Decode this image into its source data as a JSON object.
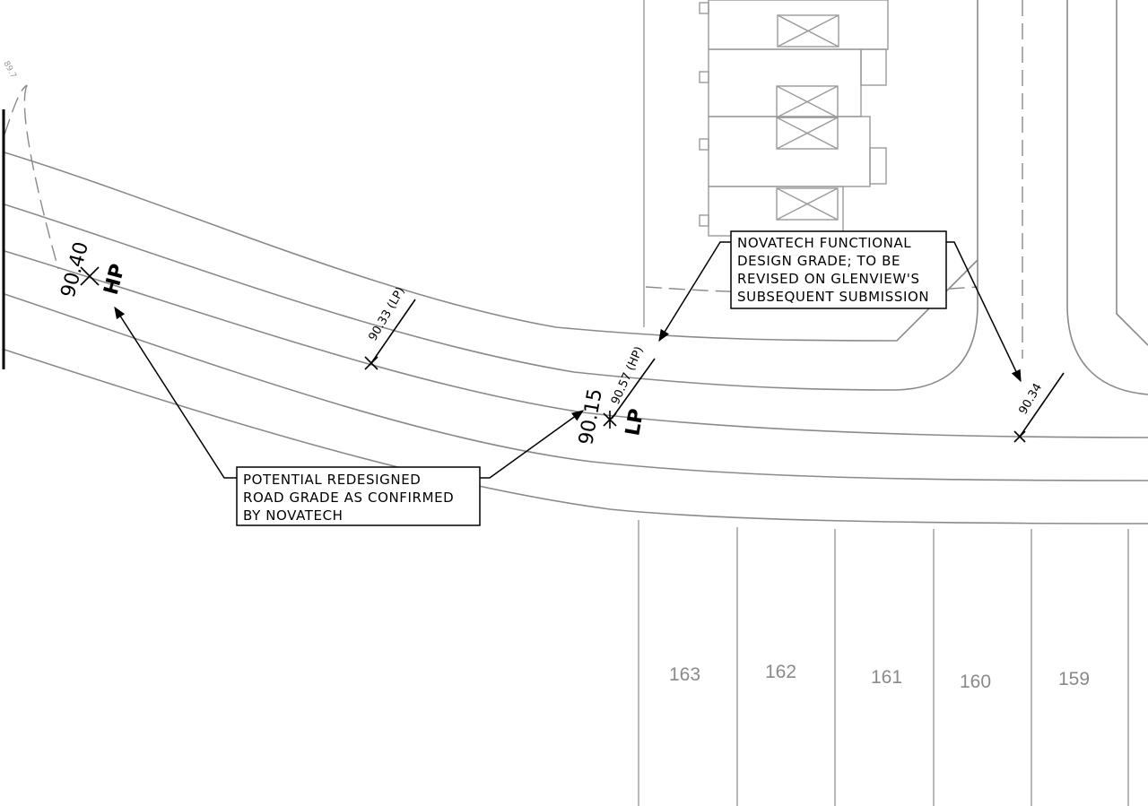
{
  "grade_points": {
    "hp_left": {
      "elevation": "90.40",
      "tag": "HP"
    },
    "lp_center": {
      "elevation": "90.15",
      "tag": "LP"
    },
    "lp_upper": {
      "label": "90.33 (LP)"
    },
    "hp_upper": {
      "label": "90.57 (HP)"
    },
    "right_point": {
      "label": "90.34"
    },
    "top_left_fragment": {
      "label": "89.7"
    }
  },
  "notes": {
    "novatech_functional": {
      "lines": [
        "NOVATECH FUNCTIONAL",
        "DESIGN GRADE; TO BE",
        "REVISED ON GLENVIEW'S",
        "SUBSEQUENT SUBMISSION"
      ]
    },
    "potential_redesign": {
      "lines": [
        "POTENTIAL REDESIGNED",
        "ROAD GRADE AS CONFIRMED",
        "BY NOVATECH"
      ]
    }
  },
  "lots": [
    "163",
    "162",
    "161",
    "160",
    "159"
  ]
}
